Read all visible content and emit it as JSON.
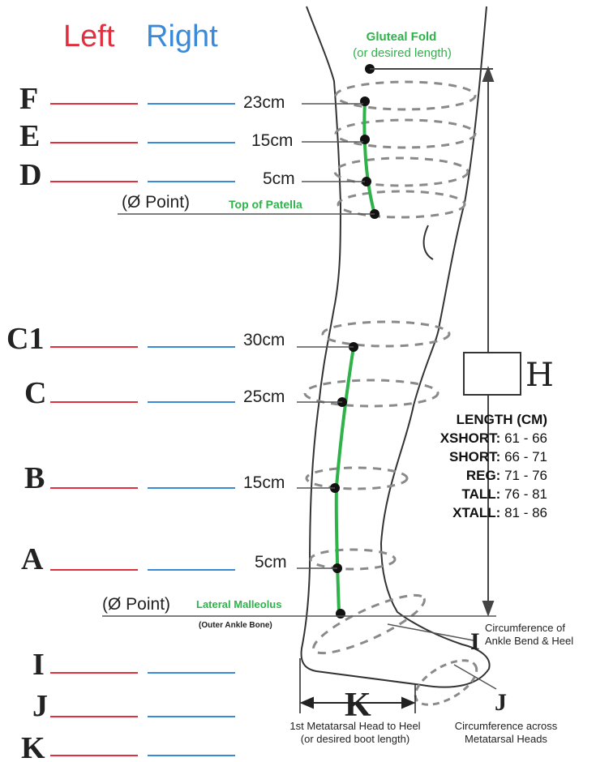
{
  "columns": {
    "left": "Left",
    "right": "Right"
  },
  "colors": {
    "left": "#e03040",
    "right": "#3a8ad8",
    "green": "#2fb24a",
    "line": "#444444"
  },
  "rows": [
    {
      "label": "F",
      "cm": "23cm"
    },
    {
      "label": "E",
      "cm": "15cm"
    },
    {
      "label": "D",
      "cm": "5cm"
    },
    {
      "label": "C1",
      "cm": "30cm"
    },
    {
      "label": "C",
      "cm": "25cm"
    },
    {
      "label": "B",
      "cm": "15cm"
    },
    {
      "label": "A",
      "cm": "5cm"
    },
    {
      "label": "I",
      "cm": ""
    },
    {
      "label": "J",
      "cm": ""
    },
    {
      "label": "K",
      "cm": ""
    }
  ],
  "zero_point_top": "(Ø Point)",
  "top_of_patella": "Top of Patella",
  "zero_point_bottom": "(Ø Point)",
  "lateral_malleolus": "Lateral Malleolus",
  "outer_ankle_bone": "(Outer Ankle Bone)",
  "gluteal_fold": {
    "line1": "Gluteal Fold",
    "line2": "(or desired length)"
  },
  "h_label": "H",
  "length_table": {
    "title": "LENGTH (CM)",
    "rows": [
      {
        "name": "XSHORT:",
        "range": "61 - 66"
      },
      {
        "name": "SHORT:",
        "range": "66 - 71"
      },
      {
        "name": "REG:",
        "range": "71 - 76"
      },
      {
        "name": "TALL:",
        "range": "76 - 81"
      },
      {
        "name": "XTALL:",
        "range": "81 - 86"
      }
    ]
  },
  "i_annotation": {
    "letter": "I",
    "line1": "Circumference of",
    "line2": "Ankle Bend & Heel"
  },
  "j_annotation": {
    "letter": "J",
    "line1": "Circumference across",
    "line2": "Metatarsal Heads"
  },
  "k_annotation": {
    "letter": "K",
    "line1": "1st Metatarsal Head to Heel",
    "line2": "(or desired boot length)"
  }
}
